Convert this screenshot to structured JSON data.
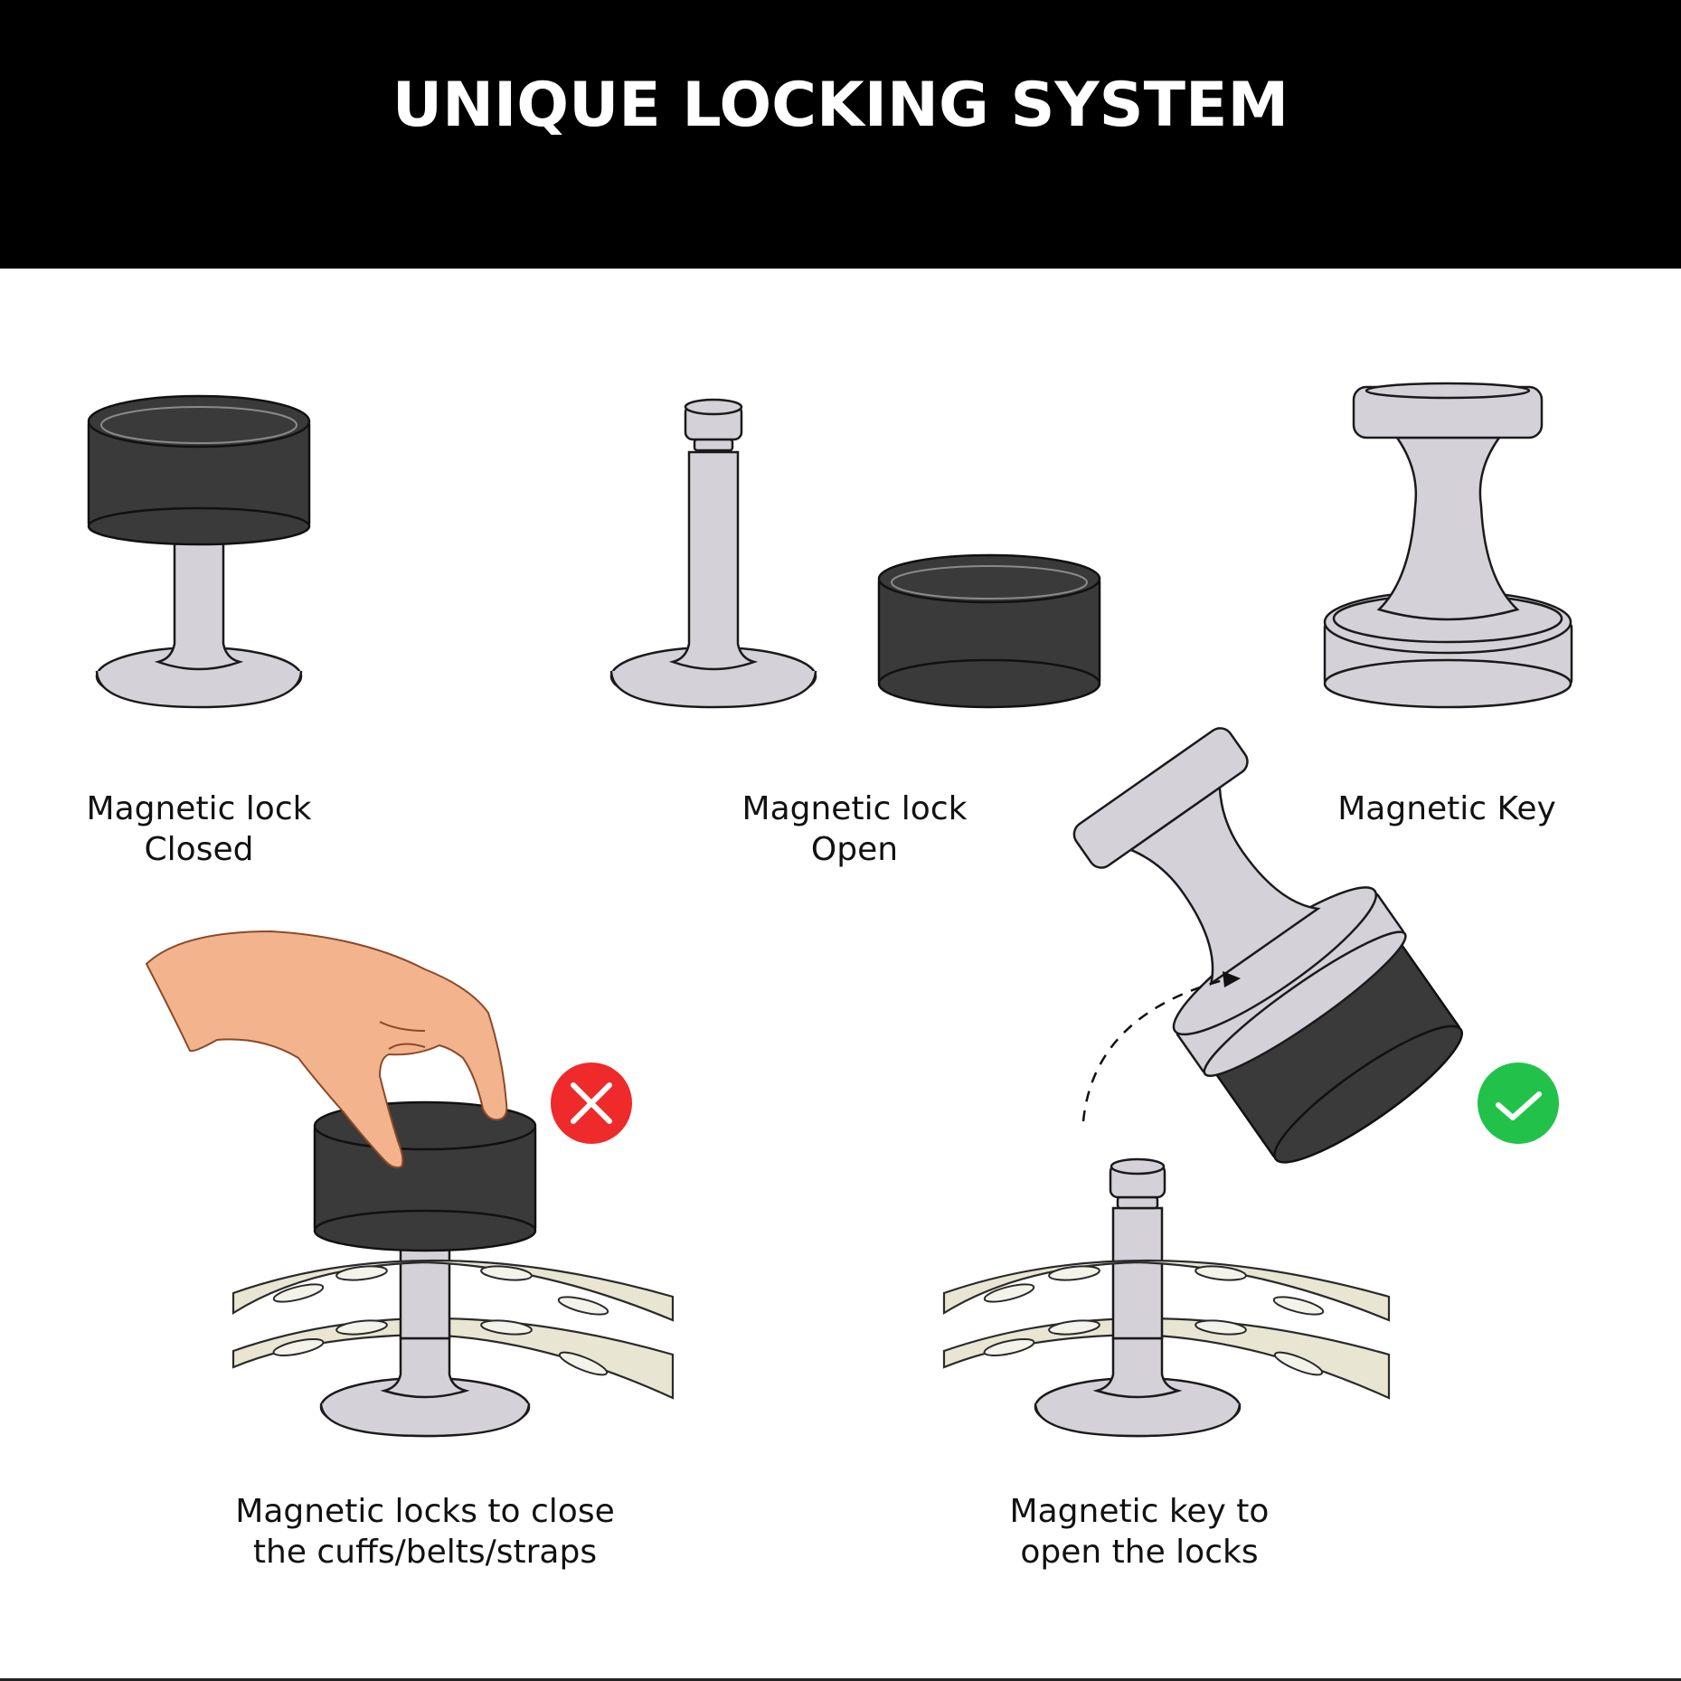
{
  "header": {
    "title": "UNIQUE LOCKING SYSTEM"
  },
  "panels": {
    "lock_closed": {
      "caption_line1": "Magnetic lock",
      "caption_line2": "Closed"
    },
    "lock_open": {
      "caption_line1": "Magnetic lock",
      "caption_line2": "Open"
    },
    "key": {
      "caption_line1": "Magnetic Key"
    },
    "close_cuffs": {
      "caption_line1": "Magnetic locks to close",
      "caption_line2": "the cuffs/belts/straps",
      "status_icon": "cross-icon"
    },
    "open_locks": {
      "caption_line1": "Magnetic key to",
      "caption_line2": "open the locks",
      "status_icon": "check-icon"
    }
  },
  "colors": {
    "header_bg": "#000000",
    "header_text": "#ffffff",
    "metal": "#d4d1d8",
    "cap": "#3a3a3a",
    "strap": "#e8e6d2",
    "skin": "#f3b48d",
    "error_red": "#ee2a2a",
    "success_green": "#22c24a"
  }
}
